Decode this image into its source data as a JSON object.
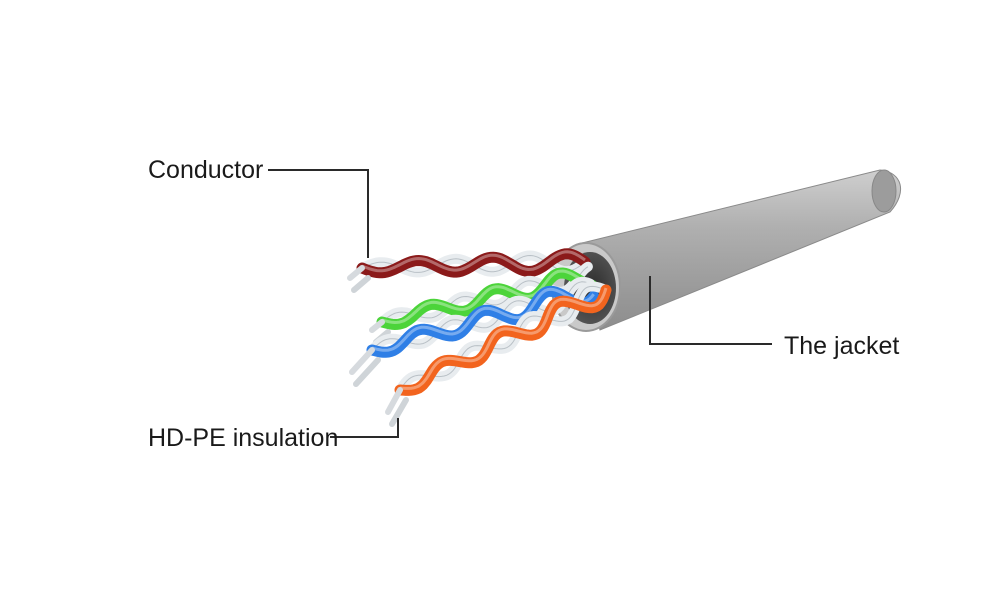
{
  "labels": {
    "conductor": "Conductor",
    "insulation": "HD-PE insulation",
    "jacket": "The jacket"
  },
  "colors": {
    "jacket": "#a3a3a3",
    "pair_brown": "#8b1a1a",
    "pair_green": "#4cd43a",
    "pair_blue": "#2f7fe6",
    "pair_orange": "#f2641e",
    "pair_white": "#e8ecef",
    "leader_line": "#2a2a2a"
  },
  "pairs": [
    {
      "color_name": "brown"
    },
    {
      "color_name": "green"
    },
    {
      "color_name": "blue"
    },
    {
      "color_name": "orange"
    }
  ]
}
